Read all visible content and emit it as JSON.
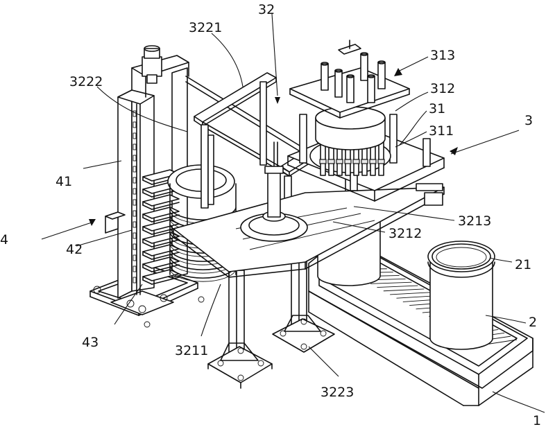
{
  "labels": {
    "l1": "1",
    "l2": "2",
    "l21": "21",
    "l3": "3",
    "l31": "31",
    "l311": "311",
    "l312": "312",
    "l313": "313",
    "l32": "32",
    "l3211": "3211",
    "l3212": "3212",
    "l3213": "3213",
    "l3221": "3221",
    "l3222": "3222",
    "l3223": "3223",
    "l4": "4",
    "l41": "41",
    "l42": "42",
    "l43": "43"
  }
}
